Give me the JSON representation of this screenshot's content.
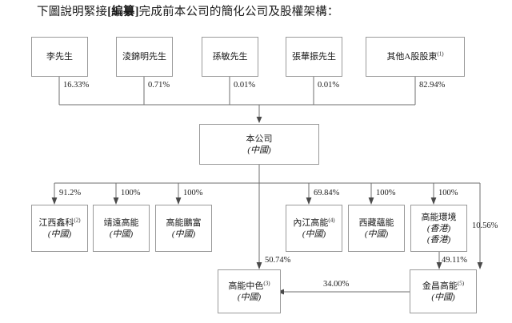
{
  "caption": {
    "before": "下圖說明緊接",
    "bracket": "[編纂]",
    "after": "完成前本公司的簡化公司及股權架構："
  },
  "diagram": {
    "shareholders": [
      {
        "name": "李先生",
        "sup": "",
        "pct": "16.33%"
      },
      {
        "name": "淩錦明先生",
        "sup": "",
        "pct": "0.71%"
      },
      {
        "name": "孫敏先生",
        "sup": "",
        "pct": "0.01%"
      },
      {
        "name": "張華振先生",
        "sup": "",
        "pct": "0.01%"
      },
      {
        "name": "其他A股股東",
        "sup": "(1)",
        "pct": "82.94%"
      }
    ],
    "company": {
      "name": "本公司",
      "sup": "",
      "region": "(中國)"
    },
    "subsidiaries_left": [
      {
        "name": "江西鑫科",
        "sup": "(2)",
        "region": "(中國)",
        "pct": "91.2%"
      },
      {
        "name": "靖遠高能",
        "sup": "",
        "region": "(中國)",
        "pct": "100%"
      },
      {
        "name": "高能鵬富",
        "sup": "",
        "region": "(中國)",
        "pct": "100%"
      }
    ],
    "subsidiaries_right": [
      {
        "name": "內江高能",
        "sup": "(4)",
        "region": "(中國)",
        "region2": "",
        "pct": "69.84%"
      },
      {
        "name": "西藏蘊能",
        "sup": "",
        "region": "(中國)",
        "region2": "",
        "pct": "100%"
      },
      {
        "name": "高能環境",
        "sup": "",
        "region": "(香港)",
        "region2": "(香港)",
        "pct": "100%"
      }
    ],
    "bottom_left": {
      "name": "高能中色",
      "sup": "(3)",
      "region": "(中國)",
      "pct": "50.74%"
    },
    "bottom_right": {
      "name": "金昌高能",
      "sup": "(5)",
      "region": "(中國)",
      "pct": "49.11%"
    },
    "edges": {
      "direct_bottom_left": "50.74%",
      "hk_to_jinchang": "49.11%",
      "company_to_jinchang": "10.56%",
      "jinchang_to_zhongse": "34.00%"
    }
  }
}
